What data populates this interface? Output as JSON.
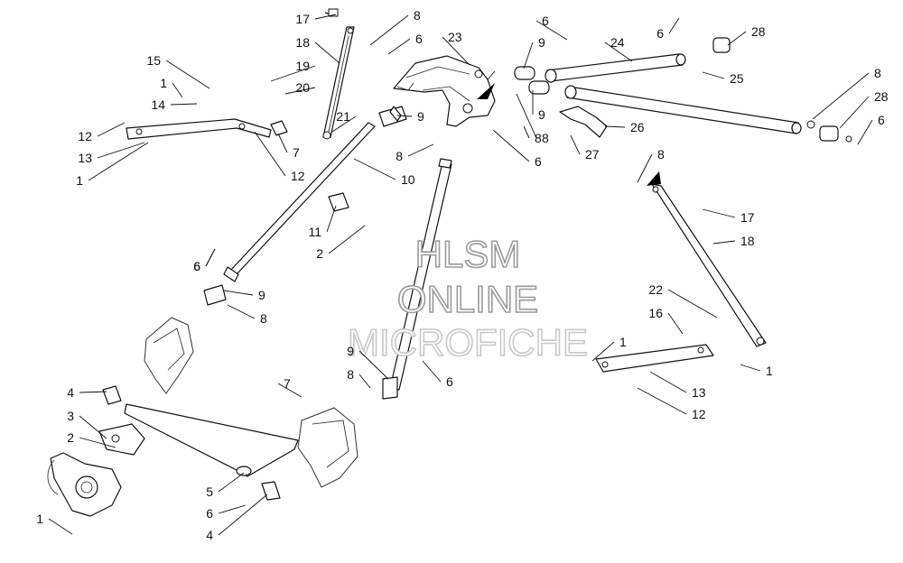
{
  "watermark": {
    "line1": "HLSM",
    "line2": "ONLINE",
    "line3": "MICROFICHE"
  },
  "callouts": [
    "17",
    "8",
    "6",
    "23",
    "9",
    "6",
    "24",
    "28",
    "18",
    "19",
    "6",
    "20",
    "15",
    "1",
    "14",
    "21",
    "9",
    "12",
    "13",
    "7",
    "12",
    "1",
    "10",
    "8",
    "6",
    "8",
    "25",
    "8",
    "28",
    "6",
    "9",
    "8",
    "26",
    "27",
    "6",
    "11",
    "2",
    "6",
    "9",
    "8",
    "8",
    "17",
    "18",
    "22",
    "16",
    "1",
    "13",
    "12",
    "1",
    "9",
    "8",
    "6",
    "7",
    "4",
    "3",
    "2",
    "5",
    "6",
    "4",
    "1"
  ],
  "colors": {
    "line": "#111111",
    "watermark": "#9a9a9a"
  }
}
